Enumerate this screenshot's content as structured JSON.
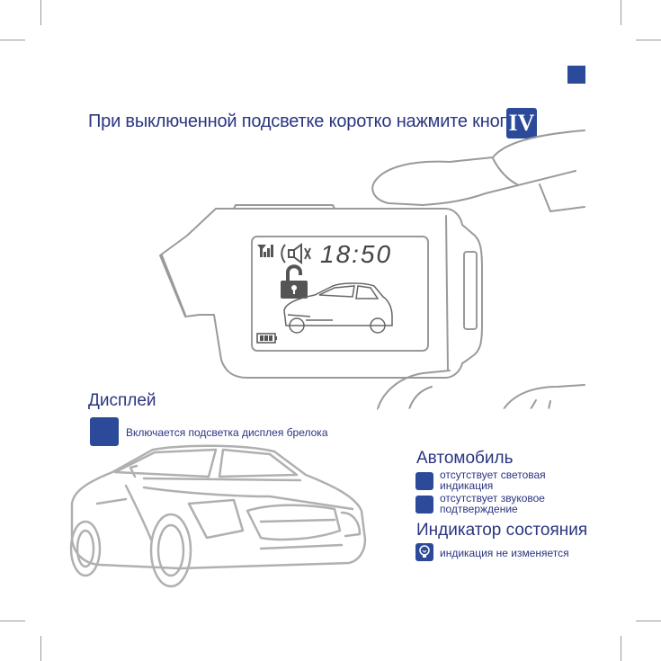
{
  "instruction": {
    "text": "При выключенной подсветке коротко нажмите кнопку",
    "button_badge": "IV"
  },
  "fob_display": {
    "time": "18:50"
  },
  "display_section": {
    "title": "Дисплей",
    "item": "Включается подсветка дисплея брелока"
  },
  "car_section": {
    "title": "Автомобиль",
    "items": [
      {
        "line1": "отсутствует световая",
        "line2": "индикация"
      },
      {
        "line1": "отсутствует звуковое",
        "line2": "подтверждение"
      }
    ]
  },
  "status_section": {
    "title": "Индикатор состояния",
    "item": "индикация не изменяется"
  },
  "colors": {
    "accent": "#2b4a9a",
    "text": "#2b3580",
    "line": "#9a9a9a"
  },
  "icons": [
    "signal-icon",
    "speaker-off-icon",
    "unlock-icon",
    "car-icon",
    "battery-icon",
    "lamp-icon"
  ]
}
